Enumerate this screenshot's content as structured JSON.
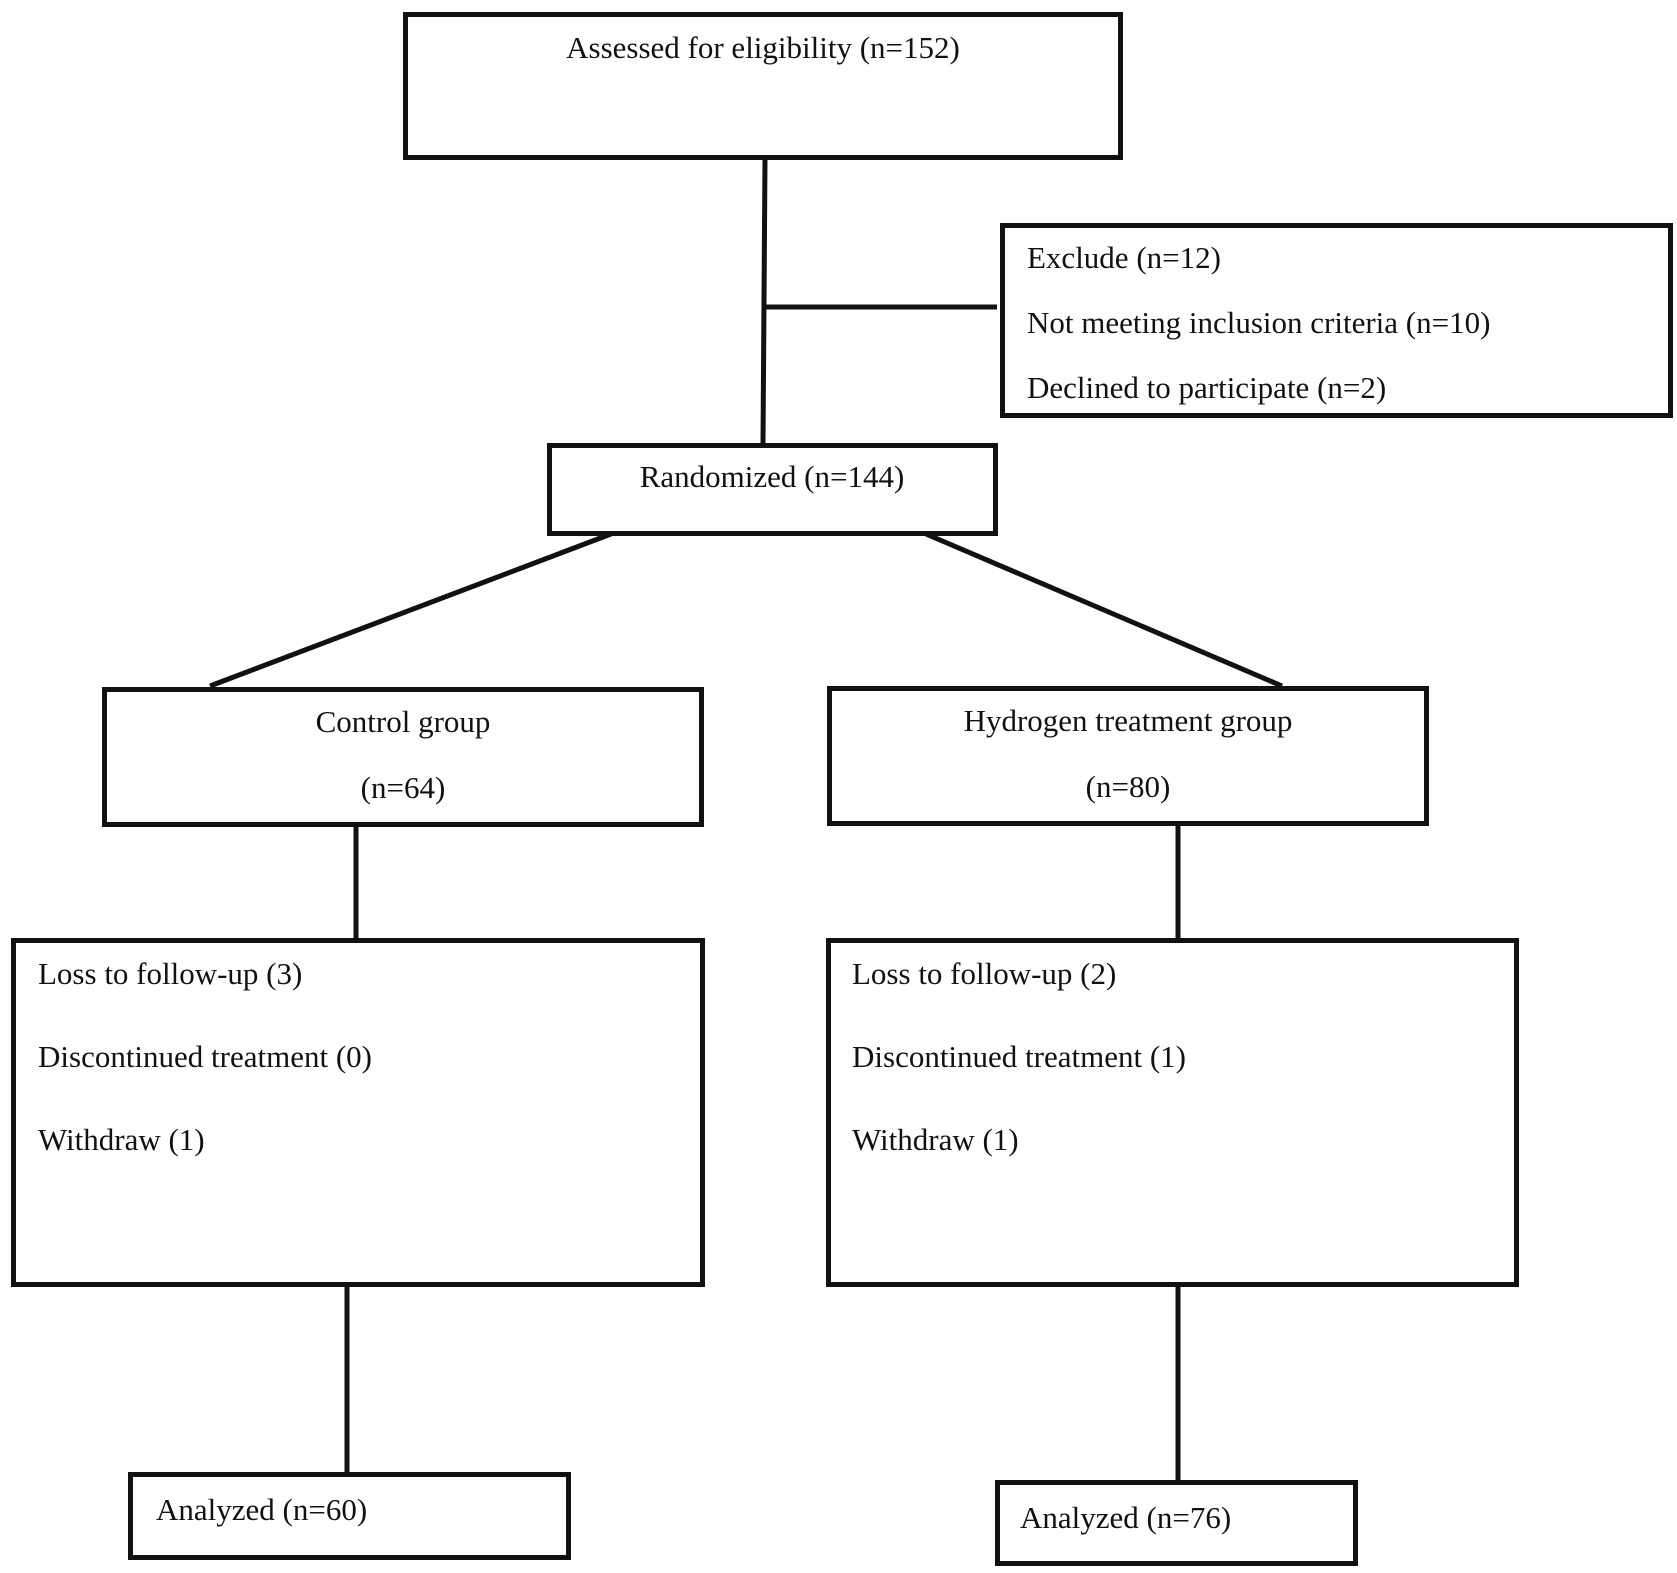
{
  "assessed": {
    "label": "Assessed for eligibility (n=152)"
  },
  "exclude": {
    "title": "Exclude (n=12)",
    "reasons": [
      "Not meeting inclusion criteria (n=10)",
      "Declined to participate (n=2)"
    ]
  },
  "randomized": {
    "label": "Randomized (n=144)"
  },
  "control": {
    "group_label": "Control group",
    "group_n": "(n=64)",
    "losses": [
      "Loss to follow-up (3)",
      "Discontinued treatment (0)",
      "Withdraw (1)"
    ],
    "analyzed": "Analyzed (n=60)"
  },
  "hydrogen": {
    "group_label": "Hydrogen treatment group",
    "group_n": "(n=80)",
    "losses": [
      "Loss to follow-up (2)",
      "Discontinued treatment (1)",
      "Withdraw (1)"
    ],
    "analyzed": "Analyzed (n=76)"
  },
  "colors": {
    "stroke": "#111111",
    "background": "#ffffff"
  }
}
